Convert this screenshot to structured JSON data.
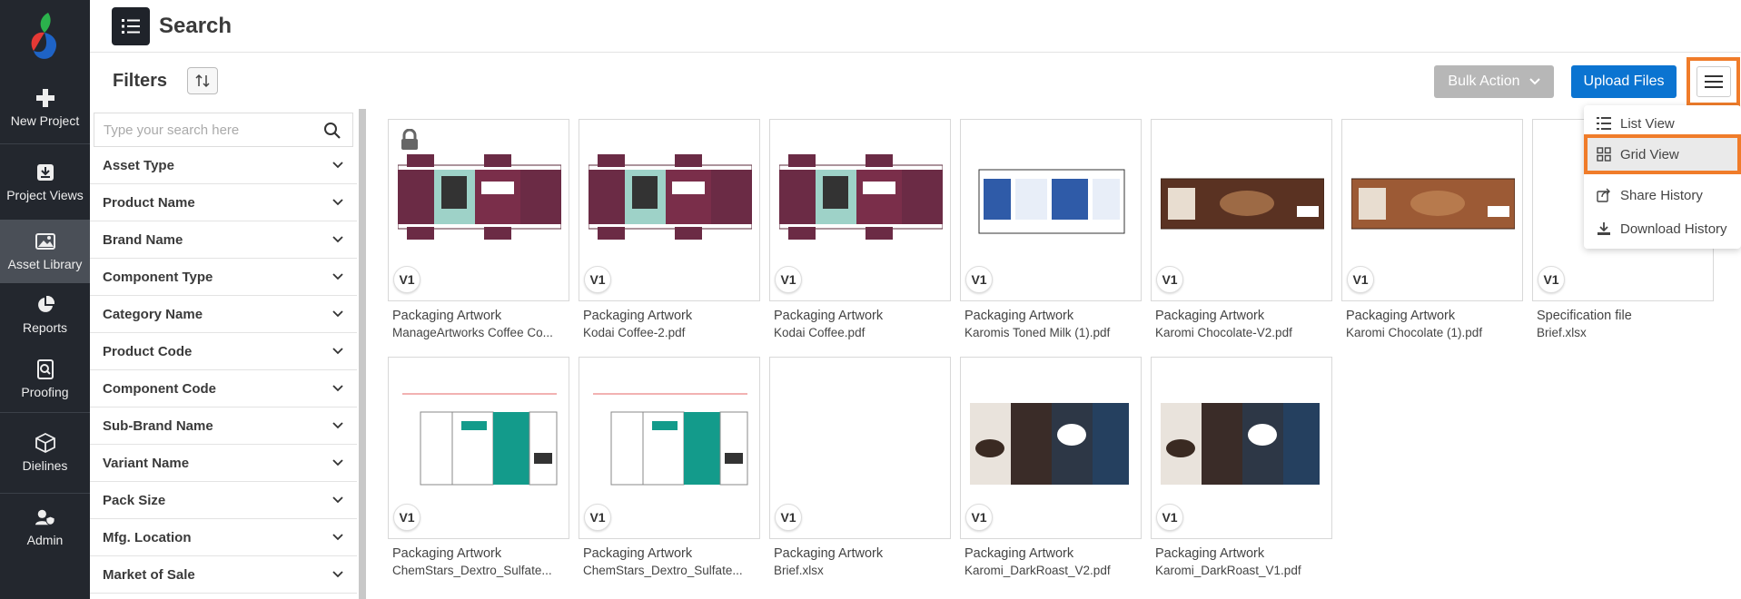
{
  "nav": {
    "items": [
      {
        "label": "New Project",
        "icon": "plus-icon"
      },
      {
        "label": "Project Views",
        "icon": "inbox-download-icon"
      },
      {
        "label": "Asset Library",
        "icon": "image-icon"
      },
      {
        "label": "Reports",
        "icon": "pie-chart-icon"
      },
      {
        "label": "Proofing",
        "icon": "search-document-icon"
      },
      {
        "label": "Dielines",
        "icon": "box-icon"
      },
      {
        "label": "Admin",
        "icon": "user-shield-icon"
      }
    ],
    "active": "Asset Library"
  },
  "header": {
    "title": "Search"
  },
  "filterbar": {
    "label": "Filters",
    "bulk_action": "Bulk Action",
    "upload": "Upload Files"
  },
  "sidebar": {
    "search_placeholder": "Type your search here",
    "filters": [
      "Asset Type",
      "Product Name",
      "Brand Name",
      "Component Type",
      "Category Name",
      "Product Code",
      "Component Code",
      "Sub-Brand Name",
      "Variant Name",
      "Pack Size",
      "Mfg. Location",
      "Market of Sale"
    ]
  },
  "assets": [
    {
      "category": "Packaging Artwork",
      "file": "ManageArtworks Coffee Co...",
      "version": "V1",
      "locked": true,
      "art": "carton-maroon"
    },
    {
      "category": "Packaging Artwork",
      "file": "Kodai Coffee-2.pdf",
      "version": "V1",
      "art": "carton-maroon"
    },
    {
      "category": "Packaging Artwork",
      "file": "Kodai Coffee.pdf",
      "version": "V1",
      "art": "carton-maroon"
    },
    {
      "category": "Packaging Artwork",
      "file": "Karomis Toned Milk (1).pdf",
      "version": "V1",
      "art": "milk-carton"
    },
    {
      "category": "Packaging Artwork",
      "file": "Karomi Chocolate-V2.pdf",
      "version": "V1",
      "art": "choc-dark"
    },
    {
      "category": "Packaging Artwork",
      "file": "Karomi Chocolate (1).pdf",
      "version": "V1",
      "art": "choc-light"
    },
    {
      "category": "Specification file",
      "file": "Brief.xlsx",
      "version": "V1",
      "art": "blank"
    },
    {
      "category": "Packaging Artwork",
      "file": "ChemStars_Dextro_Sulfate...",
      "version": "V1",
      "art": "teal-carton"
    },
    {
      "category": "Packaging Artwork",
      "file": "ChemStars_Dextro_Sulfate...",
      "version": "V1",
      "art": "teal-carton"
    },
    {
      "category": "Packaging Artwork",
      "file": "Brief.xlsx",
      "version": "V1",
      "art": "blank"
    },
    {
      "category": "Packaging Artwork",
      "file": "Karomi_DarkRoast_V2.pdf",
      "version": "V1",
      "art": "dark-roast"
    },
    {
      "category": "Packaging Artwork",
      "file": "Karomi_DarkRoast_V1.pdf",
      "version": "V1",
      "art": "dark-roast"
    }
  ],
  "view_menu": {
    "items": [
      "List View",
      "Grid View",
      "Share History",
      "Download History"
    ],
    "selected": "Grid View"
  },
  "colors": {
    "nav_bg": "#23272e",
    "primary": "#0b74d1",
    "highlight": "#f07c2a"
  }
}
